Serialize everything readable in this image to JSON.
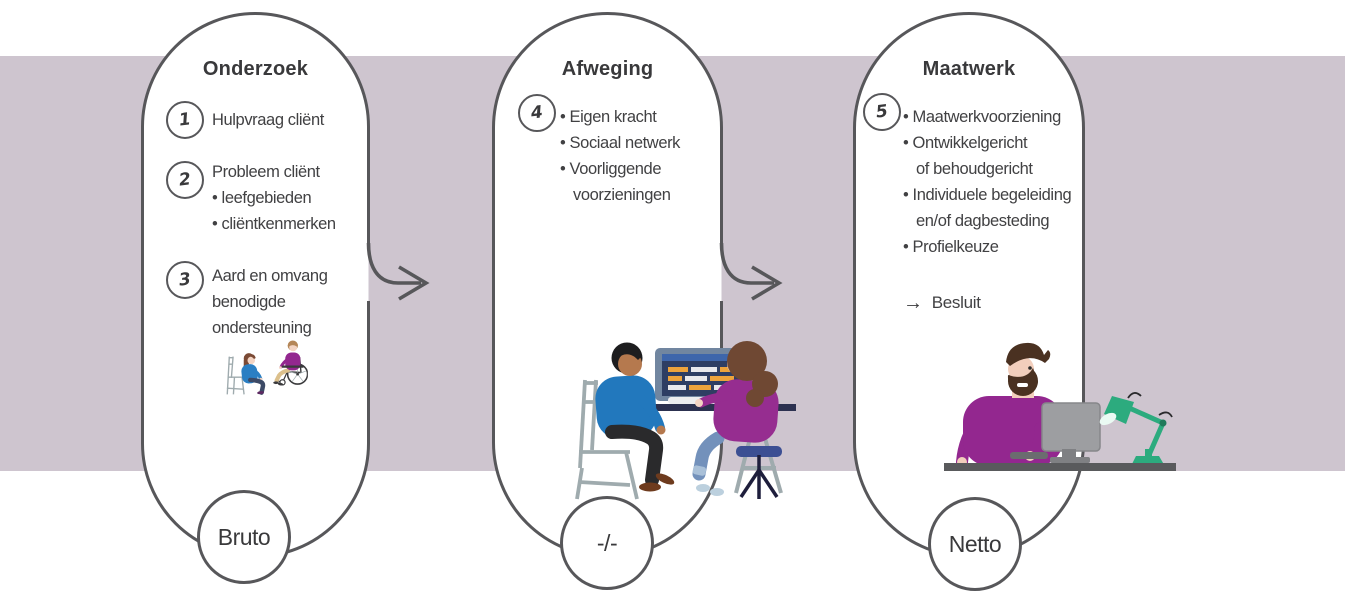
{
  "palette": {
    "band": "#cec5cf",
    "outline": "#57575a",
    "ink": "#39393b",
    "body": "#414143",
    "purple": "#93278f",
    "blue": "#2b7fc3",
    "green": "#2cab7e"
  },
  "stages": [
    {
      "title": "Onderzoek",
      "badge": "Bruto",
      "steps": [
        {
          "num": "1",
          "lines": [
            "Hulpvraag cliënt"
          ]
        },
        {
          "num": "2",
          "lines": [
            "Probleem cliënt",
            "• leefgebieden",
            "• cliëntkenmerken"
          ]
        },
        {
          "num": "3",
          "lines": [
            "Aard en omvang",
            "benodigde",
            "ondersteuning"
          ]
        }
      ]
    },
    {
      "title": "Afweging",
      "badge": "-/-",
      "steps": [
        {
          "num": "4",
          "lines": [
            "• Eigen kracht",
            "• Sociaal netwerk",
            "• Voorliggende",
            "voorzieningen"
          ]
        }
      ]
    },
    {
      "title": "Maatwerk",
      "badge": "Netto",
      "steps": [
        {
          "num": "5",
          "lines": [
            "• Maatwerkvoorziening",
            "• Ontwikkelgericht",
            "of behoudgericht",
            "• Individuele begeleiding",
            "en/of dagbesteding",
            "• Profielkeuze"
          ]
        }
      ],
      "decision": {
        "arrow": "→",
        "label": "Besluit"
      }
    }
  ],
  "illustrations": [
    "consultant-with-client-in-wheelchair",
    "two-people-working-at-computer",
    "caseworker-at-desk-with-monitor-and-lamp"
  ]
}
